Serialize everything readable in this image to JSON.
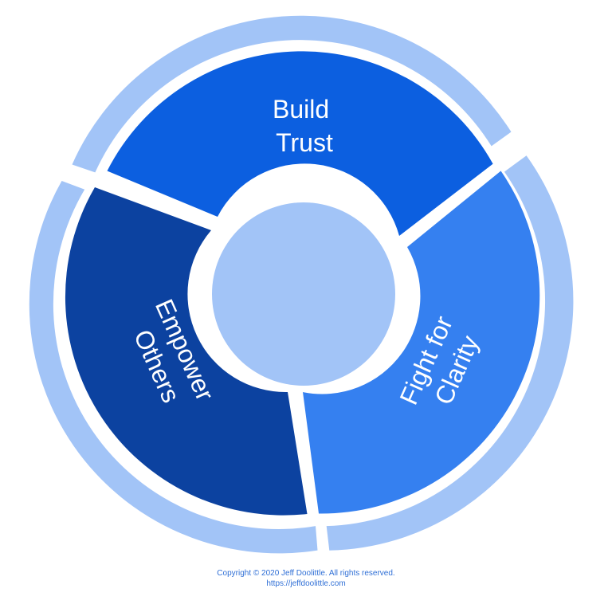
{
  "segments": [
    {
      "label_lines": [
        "Build",
        "Trust"
      ],
      "color": "#0c5fe0"
    },
    {
      "label_lines": [
        "Fight for",
        "Clarity"
      ],
      "color": "#3580f0"
    },
    {
      "label_lines": [
        "Empower",
        "Others"
      ],
      "color": "#0c42a0"
    }
  ],
  "hub": {
    "color": "#a2c4f7"
  },
  "outer_ring": {
    "color": "#a2c4f7"
  },
  "footer": {
    "copyright": "Copyright © 2020 Jeff Doolittle. All rights reserved.",
    "url": "https://jeffdoolittle.com",
    "color": "#2f6fd6"
  }
}
